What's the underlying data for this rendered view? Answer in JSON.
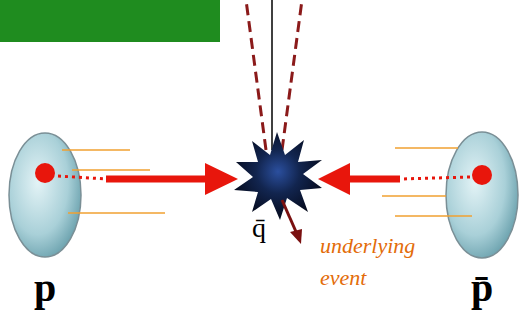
{
  "diagram": {
    "nodes": [
      {
        "text": [
          "p"
        ]
      },
      {
        "text": [
          "p̄"
        ]
      }
    ],
    "labels": [
      "q̄",
      "underlying event"
    ]
  }
}
